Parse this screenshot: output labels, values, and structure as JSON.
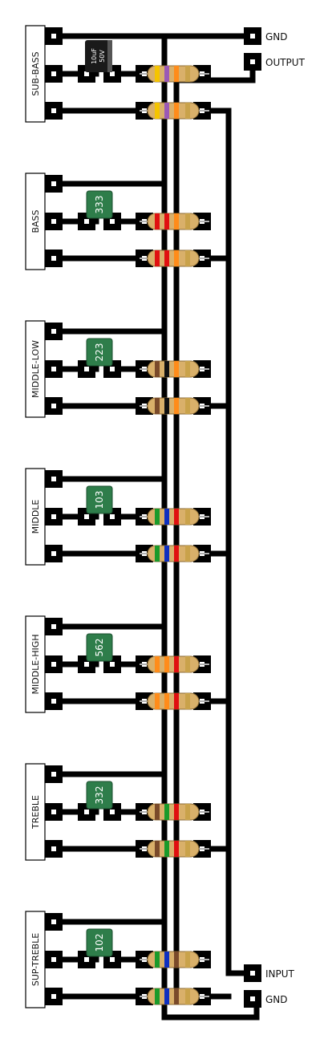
{
  "connectors": {
    "top_gnd": "GND",
    "output": "OUTPUT",
    "input": "INPUT",
    "bottom_gnd": "GND"
  },
  "bands": [
    {
      "label": "SUB-BASS",
      "capacitor": {
        "kind": "electrolytic",
        "text_a": "10uF",
        "text_b": "50V"
      },
      "resistor1_colors": [
        "#f5c400",
        "#9b59b6",
        "#ff8c1a",
        "#c9a24a"
      ],
      "resistor2_colors": [
        "#f5c400",
        "#9b59b6",
        "#ff8c1a",
        "#c9a24a"
      ]
    },
    {
      "label": "BASS",
      "capacitor": {
        "kind": "film",
        "code": "333"
      },
      "resistor1_colors": [
        "#e01010",
        "#e01010",
        "#ff8c1a",
        "#c9a24a"
      ],
      "resistor2_colors": [
        "#e01010",
        "#e01010",
        "#ff8c1a",
        "#c9a24a"
      ]
    },
    {
      "label": "MIDDLE-LOW",
      "capacitor": {
        "kind": "film",
        "code": "223"
      },
      "resistor1_colors": [
        "#7a4a2a",
        "#111111",
        "#ff8c1a",
        "#c9a24a"
      ],
      "resistor2_colors": [
        "#7a4a2a",
        "#111111",
        "#ff8c1a",
        "#c9a24a"
      ]
    },
    {
      "label": "MIDDLE",
      "capacitor": {
        "kind": "film",
        "code": "103"
      },
      "resistor1_colors": [
        "#1a9a2a",
        "#1030c0",
        "#e01010",
        "#c9a24a"
      ],
      "resistor2_colors": [
        "#1a9a2a",
        "#1030c0",
        "#e01010",
        "#c9a24a"
      ]
    },
    {
      "label": "MIDDLE-HIGH",
      "capacitor": {
        "kind": "film",
        "code": "562"
      },
      "resistor1_colors": [
        "#ff8c1a",
        "#ff8c1a",
        "#e01010",
        "#c9a24a"
      ],
      "resistor2_colors": [
        "#ff8c1a",
        "#ff8c1a",
        "#e01010",
        "#c9a24a"
      ]
    },
    {
      "label": "TREBLE",
      "capacitor": {
        "kind": "film",
        "code": "332"
      },
      "resistor1_colors": [
        "#7a4a2a",
        "#1a9a2a",
        "#e01010",
        "#c9a24a"
      ],
      "resistor2_colors": [
        "#7a4a2a",
        "#1a9a2a",
        "#e01010",
        "#c9a24a"
      ]
    },
    {
      "label": "SUP-TREBLE",
      "capacitor": {
        "kind": "film",
        "code": "102"
      },
      "resistor1_colors": [
        "#1a9a2a",
        "#1030c0",
        "#7a4a2a",
        "#c9a24a"
      ],
      "resistor2_colors": [
        "#1a9a2a",
        "#1030c0",
        "#7a4a2a",
        "#c9a24a"
      ]
    }
  ],
  "colors": {
    "trace": "#000000",
    "pad_inner": "#ffffff",
    "film_cap": "#2e7d4a",
    "electrolytic_cap": "#1a1a1a",
    "resistor_body": "#d9b06a"
  }
}
